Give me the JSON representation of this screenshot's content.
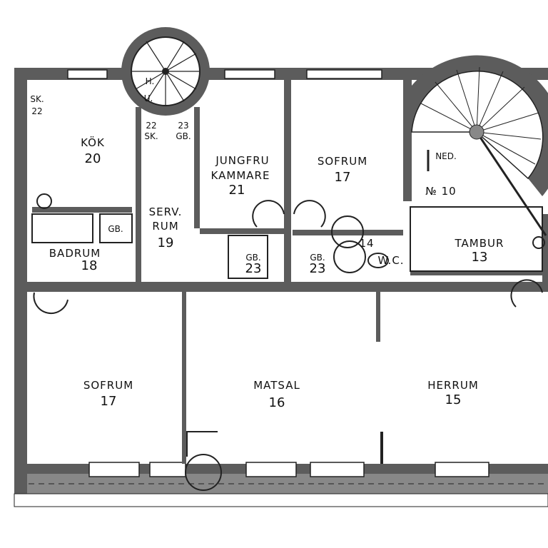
{
  "colors": {
    "wall": "#5c5c5c",
    "line": "#222222",
    "background": "#ffffff"
  },
  "rooms": {
    "sk22a": {
      "name": "SK.",
      "number": "22"
    },
    "kok": {
      "name": "KÖK",
      "number": "20"
    },
    "sk22b": {
      "name": "SK.",
      "number": "22"
    },
    "gb23a": {
      "name": "GB.",
      "number": "23"
    },
    "jungfru": {
      "name": "JUNGFRU",
      "name2": "KAMMARE",
      "number": "21"
    },
    "sofrum_top": {
      "name": "SOFRUM",
      "number": "17"
    },
    "ned": {
      "name": "NED."
    },
    "no10": {
      "name": "№ 10"
    },
    "serv": {
      "name": "SERV.",
      "name2": "RUM",
      "number": "19"
    },
    "gb_small": {
      "name": "GB."
    },
    "badrum": {
      "name": "BADRUM",
      "number": "18"
    },
    "gb23b": {
      "name": "GB.",
      "number": "23"
    },
    "gb23c": {
      "name": "GB.",
      "number": "23"
    },
    "wc": {
      "name": "W.C.",
      "number": "14"
    },
    "tambur": {
      "name": "TAMBUR",
      "number": "13"
    },
    "sofrum_bottom": {
      "name": "SOFRUM",
      "number": "17"
    },
    "matsal": {
      "name": "MATSAL",
      "number": "16"
    },
    "herrum": {
      "name": "HERRUM",
      "number": "15"
    }
  },
  "stair_marks": {
    "up": "U.",
    "h": "H."
  }
}
